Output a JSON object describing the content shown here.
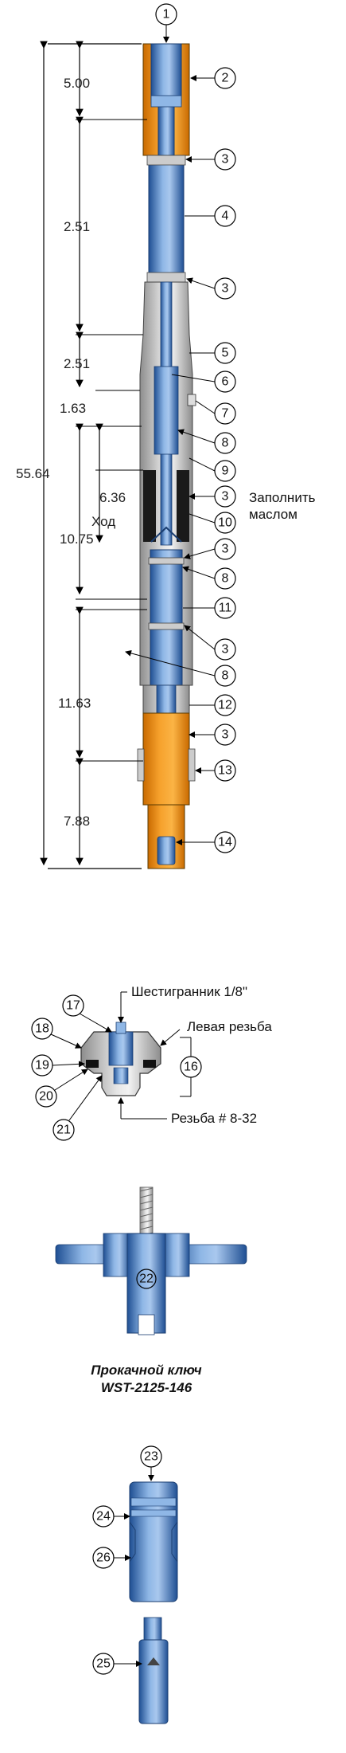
{
  "dimensions": [
    "5.00",
    "2.51",
    "2.51",
    "1.63",
    "55.64",
    "6.36",
    "Ход",
    "10.75",
    "11.63",
    "7.88"
  ],
  "callouts": [
    "1",
    "2",
    "3",
    "4",
    "3",
    "5",
    "6",
    "7",
    "8",
    "9",
    "3",
    "10",
    "3",
    "8",
    "11",
    "3",
    "8",
    "12",
    "3",
    "13",
    "14"
  ],
  "fill_note": [
    "Заполнить",
    "маслом"
  ],
  "detail": {
    "hex_label": "Шестигранник 1/8\"",
    "left_thread_label": "Левая резьба",
    "thread_label": "Резьба # 8-32",
    "callouts": [
      "17",
      "18",
      "19",
      "20",
      "21",
      "16"
    ]
  },
  "wrench": {
    "callout": "22",
    "caption_line1": "Прокачной ключ",
    "caption_line2": "WST-2125-146"
  },
  "tool": {
    "callouts": [
      "23",
      "24",
      "26",
      "25"
    ]
  },
  "colors": {
    "orange": "#e8900f",
    "blue": "#3c72b8",
    "gray": "#b9b9b9",
    "black_seal": "#1a1a1a"
  }
}
